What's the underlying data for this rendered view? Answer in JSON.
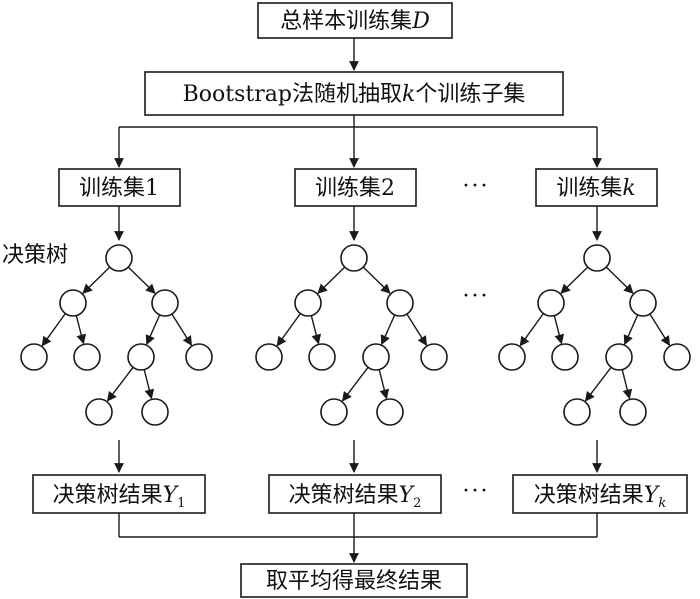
{
  "top_box": {
    "text": "总样本训练集",
    "var": "D"
  },
  "bootstrap_box": {
    "pre": "Bootstrap法随机抽取",
    "var": "k",
    "post": "个训练子集"
  },
  "training_sets": [
    {
      "text": "训练集",
      "suffix": "1",
      "suffix_italic": false
    },
    {
      "text": "训练集",
      "suffix": "2",
      "suffix_italic": false
    },
    {
      "text": "训练集",
      "suffix": "k",
      "suffix_italic": true
    }
  ],
  "tree_label": "决策树",
  "ellipsis": "···",
  "results": [
    {
      "text": "决策树结果",
      "var": "Y",
      "sub": "1"
    },
    {
      "text": "决策树结果",
      "var": "Y",
      "sub": "2"
    },
    {
      "text": "决策树结果",
      "var": "Y",
      "sub": "k"
    }
  ],
  "final_box": {
    "text": "取平均得最终结果"
  }
}
